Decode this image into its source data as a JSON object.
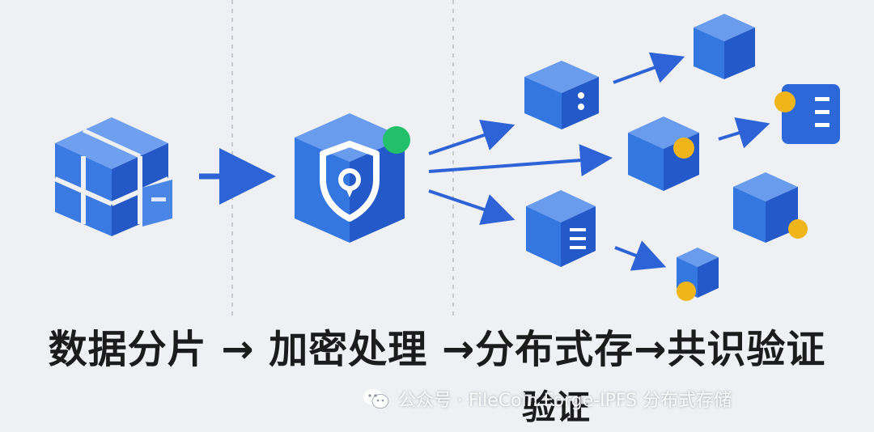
{
  "caption": {
    "line1": "数据分片 → 加密处理 →分布式存→共识验证",
    "line2": "验证"
  },
  "watermark": {
    "icon": "wechat-icon",
    "text": "公众号 · FileCoin Forge-IPFS 分布式存储"
  },
  "colors": {
    "background": "#eef0f3",
    "cube_top": "#5f93ec",
    "cube_left": "#2e6fdc",
    "cube_right": "#1f55c2",
    "arrow": "#2d63d6",
    "status_green": "#22c06a",
    "badge_yellow": "#f1b51c"
  }
}
